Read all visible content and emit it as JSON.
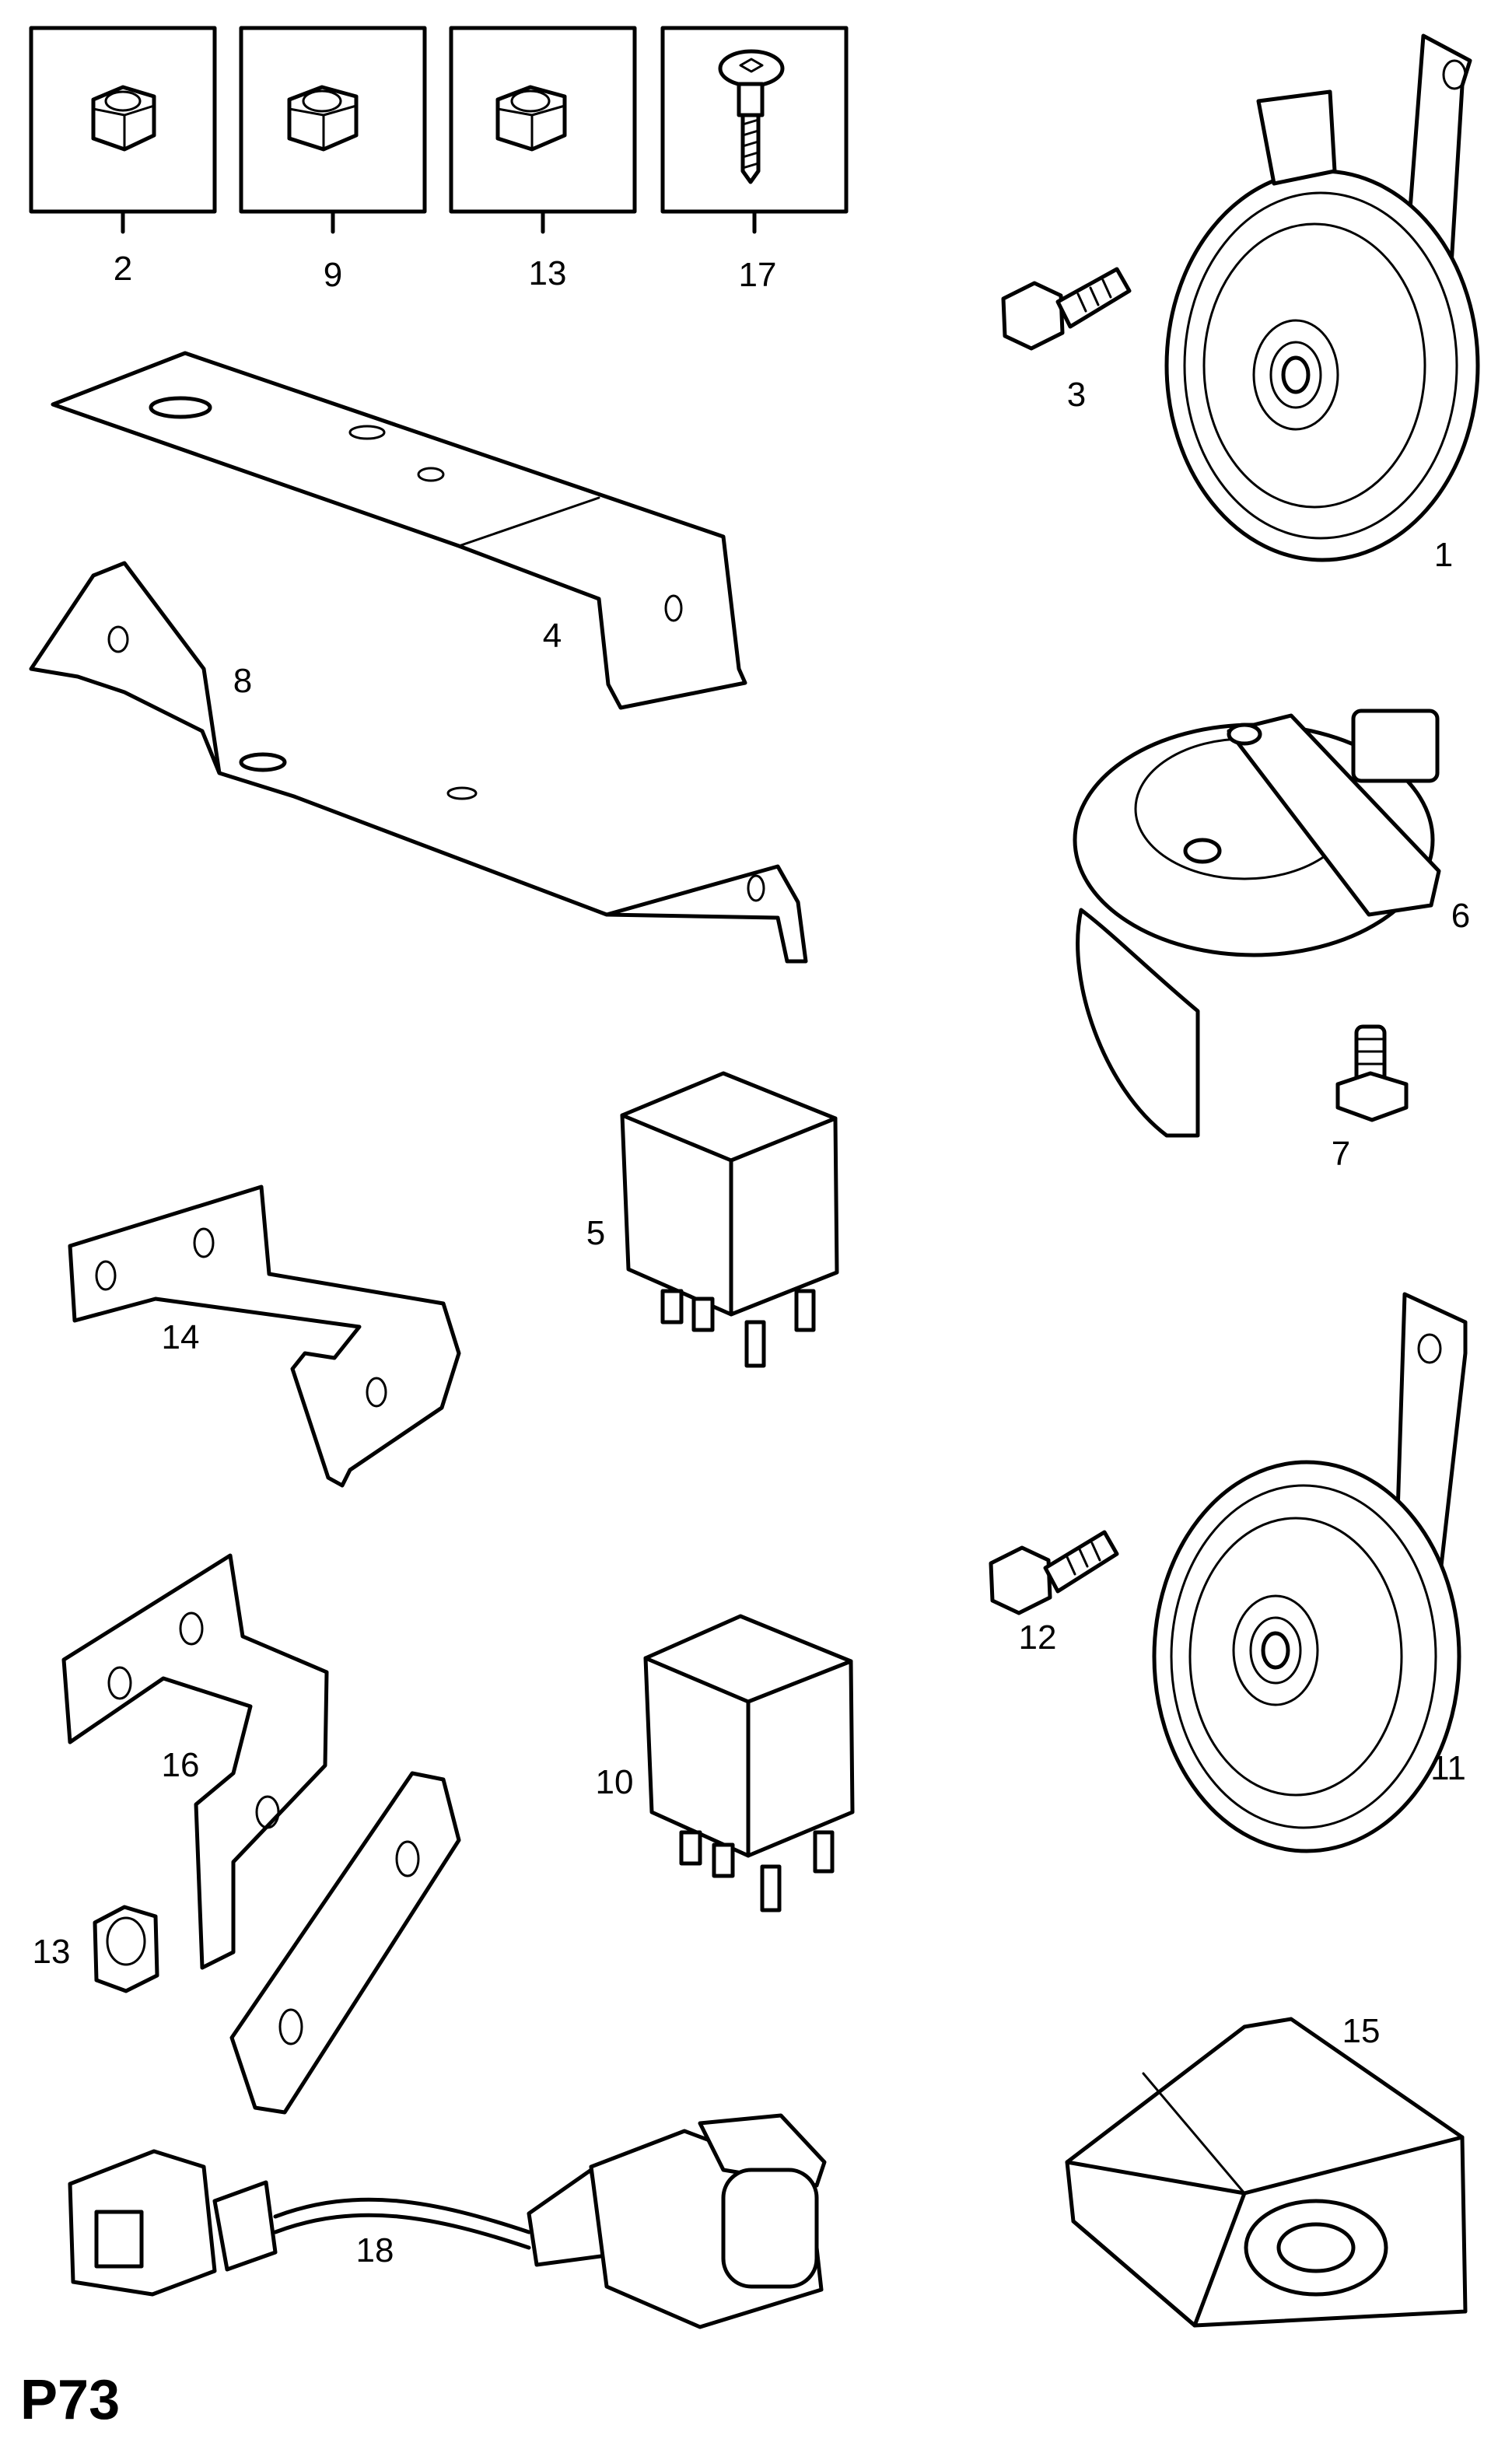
{
  "page_code": "P73",
  "callouts": {
    "c1": "1",
    "c2": "2",
    "c3": "3",
    "c4": "4",
    "c5": "5",
    "c6": "6",
    "c7": "7",
    "c8": "8",
    "c9": "9",
    "c10": "10",
    "c11": "11",
    "c12": "12",
    "c13a": "13",
    "c13b": "13",
    "c14": "14",
    "c15": "15",
    "c16": "16",
    "c17": "17",
    "c18": "18"
  }
}
